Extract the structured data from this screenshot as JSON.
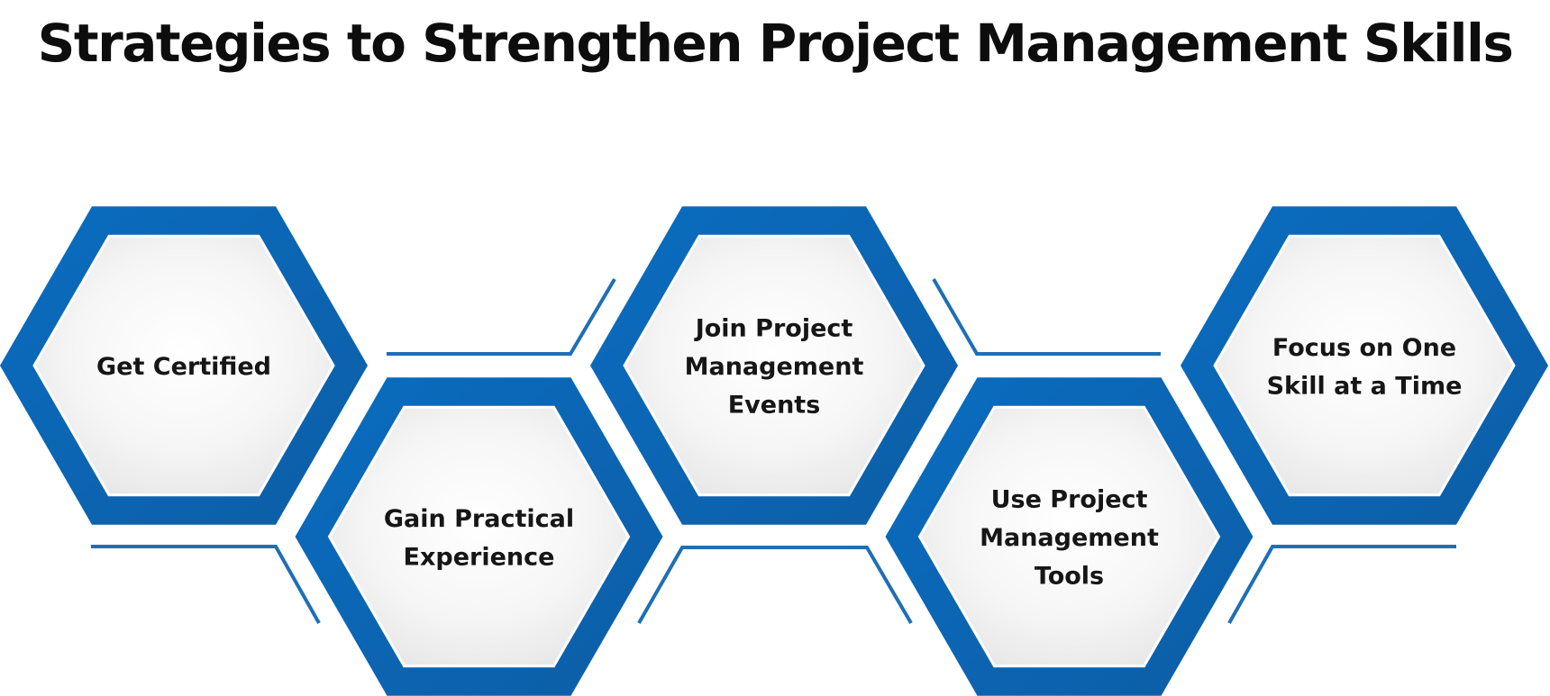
{
  "title": "Strategies to Strengthen Project Management Skills",
  "colors": {
    "hex_border": "#0a6cc0",
    "hex_border_dark": "#0d5ea6",
    "connector_line": "#1f6fb5",
    "hex_fill_light": "#ffffff",
    "hex_fill_shade": "#e4e4e4",
    "text": "#161616"
  },
  "strategies": [
    {
      "lines": [
        "Get Certified"
      ],
      "row": "top"
    },
    {
      "lines": [
        "Gain Practical",
        "Experience"
      ],
      "row": "bottom"
    },
    {
      "lines": [
        "Join Project",
        "Management",
        "Events"
      ],
      "row": "top"
    },
    {
      "lines": [
        "Use Project",
        "Management",
        "Tools"
      ],
      "row": "bottom"
    },
    {
      "lines": [
        "Focus on One",
        "Skill at a Time"
      ],
      "row": "top"
    }
  ]
}
